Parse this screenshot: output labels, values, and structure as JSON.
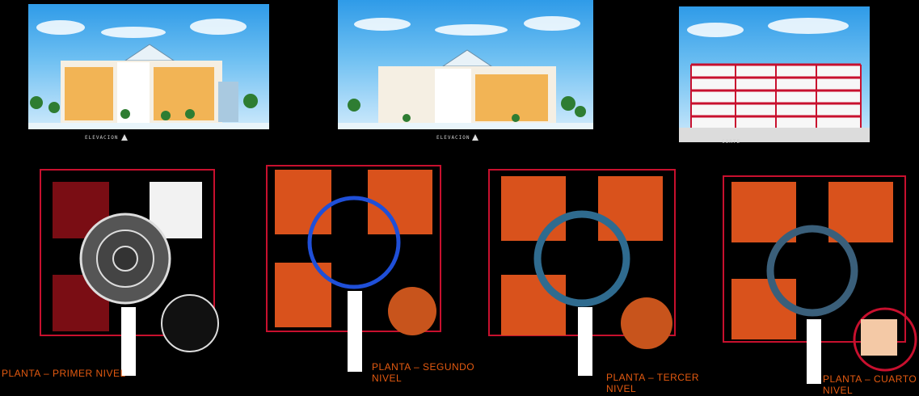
{
  "elevations": [
    {
      "caption": "ELEVACION"
    },
    {
      "caption": "ELEVACION"
    },
    {
      "caption": "CORTE"
    }
  ],
  "plans": [
    {
      "label": "PLANTA – PRIMER NIVEL"
    },
    {
      "label": "PLANTA – SEGUNDO\nNIVEL"
    },
    {
      "label": "PLANTA – TERCER\nNIVEL"
    },
    {
      "label": "PLANTA – CUARTO\nNIVEL"
    }
  ],
  "colors": {
    "background": "#000000",
    "label": "#e45a10",
    "sky": "#4fb0ee",
    "wall": "#c8102e",
    "ring": "#1f4fd8"
  }
}
